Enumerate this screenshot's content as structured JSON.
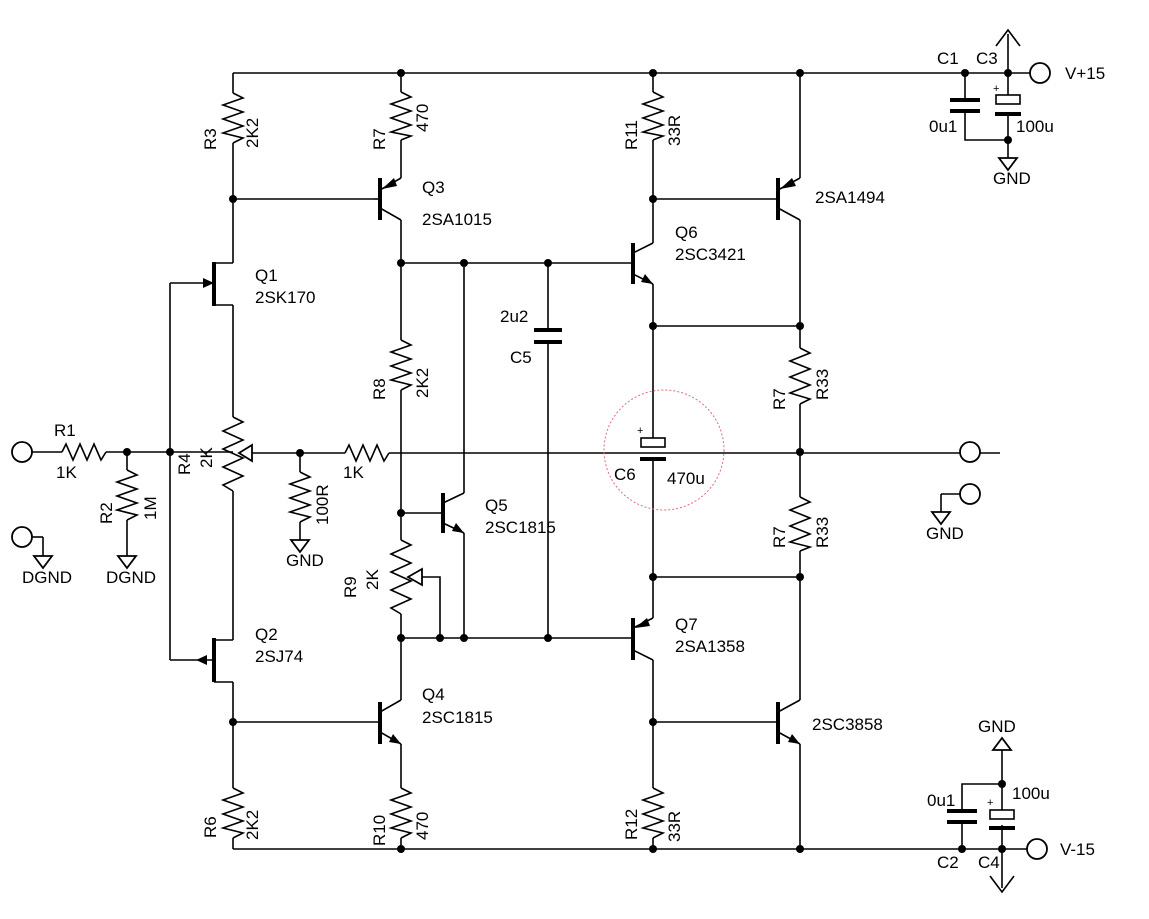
{
  "nets": {
    "vpos": "V+15",
    "vneg": "V-15",
    "gnd": "GND",
    "dgnd": "DGND"
  },
  "resistors": {
    "r1": {
      "ref": "R1",
      "value": "1K"
    },
    "r2": {
      "ref": "R2",
      "value": "1M"
    },
    "r3": {
      "ref": "R3",
      "value": "2K2"
    },
    "r4": {
      "ref": "R4",
      "value": "2K"
    },
    "r6": {
      "ref": "R6",
      "value": "2K2"
    },
    "r7_top": {
      "ref": "R7",
      "value": "470"
    },
    "r8": {
      "ref": "R8",
      "value": "2K2"
    },
    "r9": {
      "ref": "R9",
      "value": "2K"
    },
    "r10": {
      "ref": "R10",
      "value": "470"
    },
    "r11": {
      "ref": "R11",
      "value": "33R"
    },
    "r12": {
      "ref": "R12",
      "value": "33R"
    },
    "r_series_value": "1K",
    "r_gnd_value": "100R",
    "r7_out_a": {
      "ref": "R7",
      "value": "R33"
    },
    "r7_out_b": {
      "ref": "R7",
      "value": "R33"
    }
  },
  "capacitors": {
    "c1": {
      "ref": "C1",
      "value": "0u1"
    },
    "c3": {
      "ref": "C3",
      "value": "100u"
    },
    "c2": {
      "ref": "C2",
      "value": "0u1"
    },
    "c4": {
      "ref": "C4",
      "value": "100u"
    },
    "c5": {
      "ref": "C5",
      "value": "2u2"
    },
    "c6": {
      "ref": "C6",
      "value": "470u"
    }
  },
  "transistors": {
    "q1": {
      "ref": "Q1",
      "part": "2SK170"
    },
    "q2": {
      "ref": "Q2",
      "part": "2SJ74"
    },
    "q3": {
      "ref": "Q3",
      "part": "2SA1015"
    },
    "q4": {
      "ref": "Q4",
      "part": "2SC1815"
    },
    "q5": {
      "ref": "Q5",
      "part": "2SC1815"
    },
    "q6": {
      "ref": "Q6",
      "part": "2SC3421"
    },
    "q7": {
      "ref": "Q7",
      "part": "2SA1358"
    },
    "q_out_top": {
      "part": "2SA1494"
    },
    "q_out_bottom": {
      "part": "2SC3858"
    }
  },
  "polarity": "+"
}
